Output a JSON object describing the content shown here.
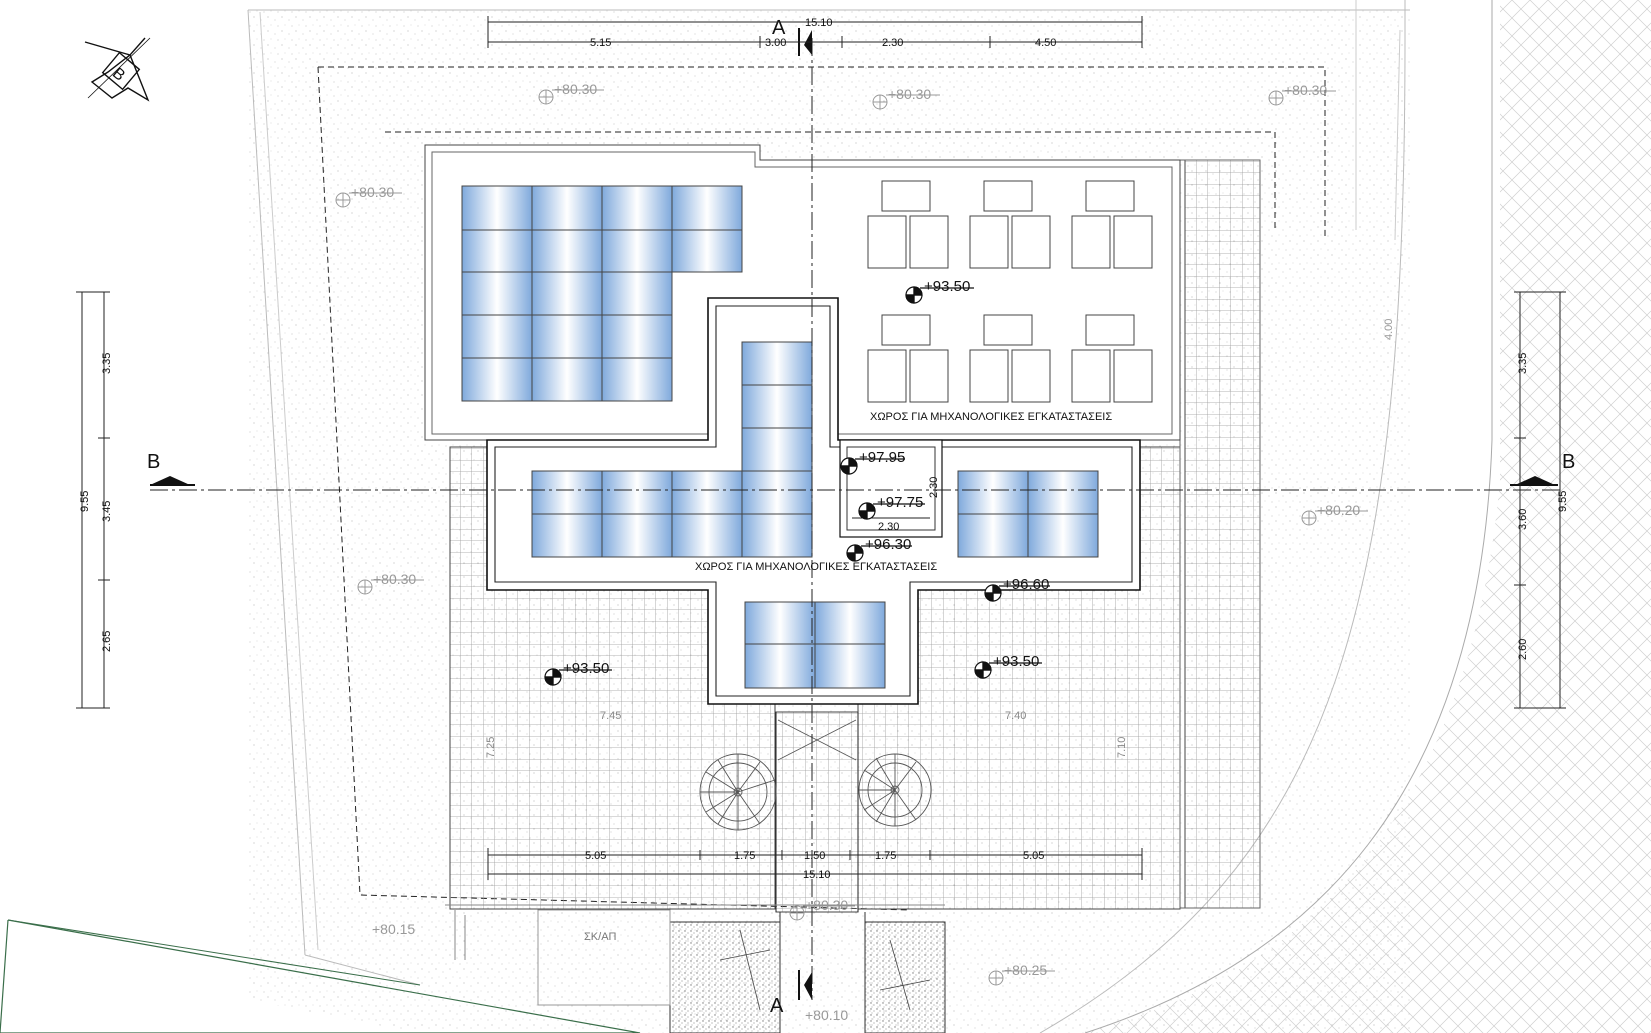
{
  "dimensions": {
    "top_total": "15.10",
    "top_segments": [
      "5.15",
      "3.00",
      "2.30",
      "4.50"
    ],
    "bottom_total": "15.10",
    "bottom_segments": [
      "5.05",
      "1.75",
      "1.50",
      "1.75",
      "5.05"
    ],
    "left_total": "9.55",
    "left_segments": [
      "3.35",
      "3.45",
      "2.65"
    ],
    "right_total": "9.55",
    "right_segments": [
      "3.35",
      "3.60",
      "2.60"
    ],
    "right_setback": "4.00",
    "terrace_left_width": "7.45",
    "terrace_right_width": "7.40",
    "terrace_left_depth": "7.25",
    "terrace_right_depth": "7.10",
    "box_height": "2.30",
    "box_width": "2.30"
  },
  "levels": {
    "ground": [
      "+80.30",
      "+80.30",
      "+80.30",
      "+80.30",
      "+80.30",
      "+80.20",
      "+80.15",
      "+80.30",
      "+80.10",
      "+80.25"
    ],
    "roof": [
      "+93.50",
      "+97.95",
      "+97.75",
      "+96.30",
      "+96.60",
      "+93.50",
      "+93.50"
    ]
  },
  "labels": {
    "mech_space_upper": "ΧΩΡΟΣ ΓΙΑ ΜΗΧΑΝΟΛΟΓΙΚΕΣ ΕΓΚΑΤΑΣΤΑΣΕΙΣ",
    "mech_space_lower": "ΧΩΡΟΣ ΓΙΑ ΜΗΧΑΝΟΛΟΓΙΚΕΣ ΕΓΚΑΤΑΣΤΑΣΕΙΣ",
    "skiap": "ΣΚ/ΑΠ",
    "section_a_top": "A",
    "section_a_bottom": "A",
    "section_b_left": "B",
    "section_b_right": "B",
    "north_badge": "B"
  },
  "colors": {
    "panel_edge": "#7fa9dc",
    "panel_mid": "#ffffff",
    "line": "#222222",
    "ground_line": "#bbbbbb",
    "green_edge": "#3a6e4a"
  }
}
